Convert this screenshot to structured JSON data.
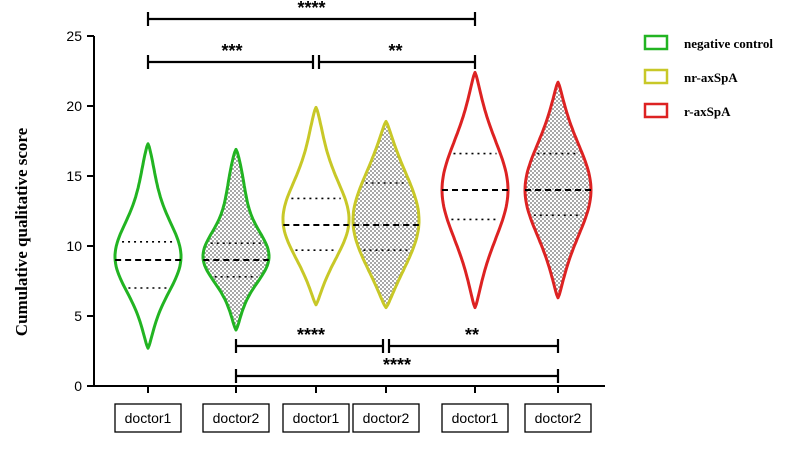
{
  "chart_data": {
    "type": "violin",
    "ylabel": "Cumulative qualitative score",
    "ylim": [
      0,
      25
    ],
    "yticks": [
      0,
      5,
      10,
      15,
      20,
      25
    ],
    "categories": [
      "doctor1",
      "doctor2",
      "doctor1",
      "doctor2",
      "doctor1",
      "doctor2"
    ],
    "legend": {
      "placement": "top-right",
      "entries": [
        {
          "label": "negative control",
          "color": "#22b422"
        },
        {
          "label": "nr-axSpA",
          "color": "#c8c828"
        },
        {
          "label": "r-axSpA",
          "color": "#dd2222"
        }
      ]
    },
    "series": [
      {
        "group": "negative control",
        "rater": "doctor1",
        "color": "#22b422",
        "filled": false,
        "range": [
          2.7,
          17.3
        ],
        "median": 9.0,
        "q1": 7.0,
        "q3": 10.3
      },
      {
        "group": "negative control",
        "rater": "doctor2",
        "color": "#22b422",
        "filled": true,
        "range": [
          4.0,
          16.9
        ],
        "median": 9.0,
        "q1": 7.8,
        "q3": 10.2
      },
      {
        "group": "nr-axSpA",
        "rater": "doctor1",
        "color": "#c8c828",
        "filled": false,
        "range": [
          5.8,
          19.9
        ],
        "median": 11.5,
        "q1": 9.7,
        "q3": 13.4
      },
      {
        "group": "nr-axSpA",
        "rater": "doctor2",
        "color": "#c8c828",
        "filled": true,
        "range": [
          5.6,
          18.9
        ],
        "median": 11.5,
        "q1": 9.7,
        "q3": 14.5
      },
      {
        "group": "r-axSpA",
        "rater": "doctor1",
        "color": "#dd2222",
        "filled": false,
        "range": [
          5.6,
          22.4
        ],
        "median": 14.0,
        "q1": 11.9,
        "q3": 16.6
      },
      {
        "group": "r-axSpA",
        "rater": "doctor2",
        "color": "#dd2222",
        "filled": true,
        "range": [
          6.3,
          21.7
        ],
        "median": 14.0,
        "q1": 12.2,
        "q3": 16.6
      }
    ],
    "comparisons": [
      {
        "from": 0,
        "to": 4,
        "label": "****",
        "position": "above"
      },
      {
        "from": 0,
        "to": 2,
        "label": "***",
        "position": "above"
      },
      {
        "from": 2,
        "to": 4,
        "label": "**",
        "position": "above"
      },
      {
        "from": 1,
        "to": 3,
        "label": "****",
        "position": "below"
      },
      {
        "from": 3,
        "to": 5,
        "label": "**",
        "position": "below"
      },
      {
        "from": 1,
        "to": 5,
        "label": "****",
        "position": "below"
      }
    ]
  }
}
